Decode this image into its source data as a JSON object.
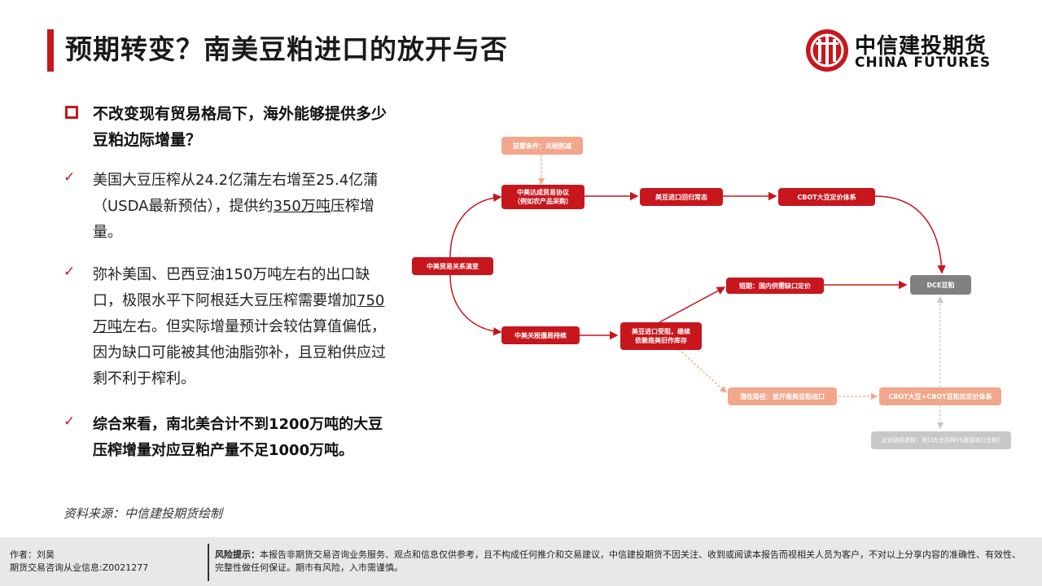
{
  "header": {
    "title": "预期转变？南美豆粕进口的放开与否",
    "logo_cn": "中信建投期货",
    "logo_en": "CHINA FUTURES"
  },
  "left": {
    "headline": "不改变现有贸易格局下，海外能够提供多少豆粕边际增量？",
    "bullet1": {
      "pre": "美国大豆压榨从24.2亿蒲左右增至25.4亿蒲（USDA最新预估），提供约",
      "underline": "350万吨",
      "post": "压榨增量。"
    },
    "bullet2": {
      "pre": "弥补美国、巴西豆油150万吨左右的出口缺口，极限水平下阿根廷大豆压榨需要增加",
      "underline": "750万吨",
      "post": "左右。但实际增量预计会较估算值偏低，因为缺口可能被其他油脂弥补，且豆粕供应过剩不利于榨利。"
    },
    "bullet3": "综合来看，南北美合计不到1200万吨的大豆压榨增量对应豆粕产量不足1000万吨。"
  },
  "source": "资料来源：中信建投期货绘制",
  "diagram": {
    "n_precondition": "前置条件：关税削减",
    "n_agreement_1": "中美达成贸易协议",
    "n_agreement_2": "（例如农产品采购）",
    "n_us_normal": "美豆进口回归常态",
    "n_cbot": "CBOT大豆定价体系",
    "n_relation": "中美贸易关系演变",
    "n_short": "短期：国内供需缺口定价",
    "n_dce": "DCE豆粕",
    "n_tariff_stay": "中美关税僵局持续",
    "n_us_limit_1": "美豆进口受阻，继续",
    "n_us_limit_2": "依赖南美旧作库存",
    "n_potential": "潜在路径：放开南美豆粕进口",
    "n_dual": "CBOT大豆+CBOT豆粕双定价体系",
    "n_enterprise": "企业路径选择：进口大豆压榨VS直接进口豆粕?"
  },
  "footer": {
    "author": "作者：刘昊",
    "license": "期货交易咨询从业信息:Z0021277",
    "risk_label": "风险提示：",
    "risk_text": "本报告非期货交易咨询业务服务、观点和信息仅供参考，且不构成任何推介和交易建议，中信建投期货不因关注、收到或阅读本报告而视相关人员为客户，不对以上分享内容的准确性、有效性、完整性做任何保证。期市有风险，入市需谨慎。"
  },
  "colors": {
    "accent": "#c8161d",
    "salmon": "#f2a78c",
    "gray": "#808080"
  }
}
